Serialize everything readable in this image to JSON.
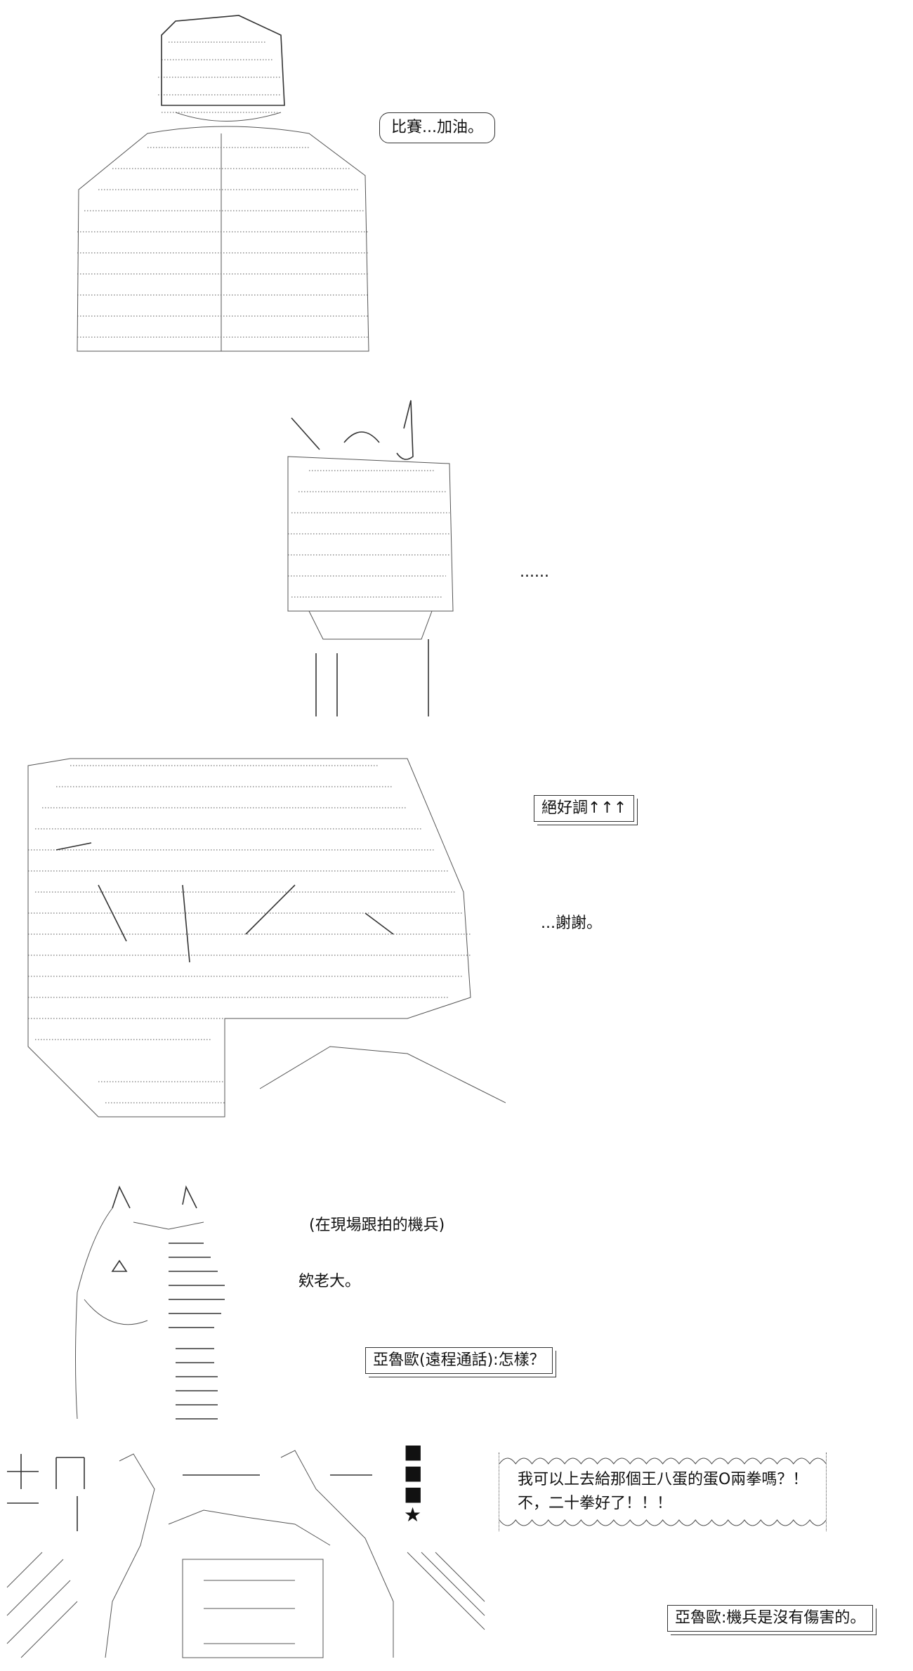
{
  "panel1": {
    "speech": "比賽...加油。"
  },
  "panel2": {
    "speech": "......"
  },
  "panel3": {
    "box": "絕好調↑↑↑",
    "speech": "...謝謝。"
  },
  "panel4": {
    "caption": "(在現場跟拍的機兵)",
    "speech": "欸老大。",
    "box": "亞魯歐(遠程通話):怎樣？"
  },
  "panel5": {
    "squares": [
      "■",
      "■",
      "■",
      "★"
    ],
    "bubble_line1": "我可以上去給那個王八蛋的蛋O兩拳嗎？！",
    "bubble_line2": "不，二十拳好了！！！",
    "box": "亞魯歐:機兵是沒有傷害的。"
  }
}
